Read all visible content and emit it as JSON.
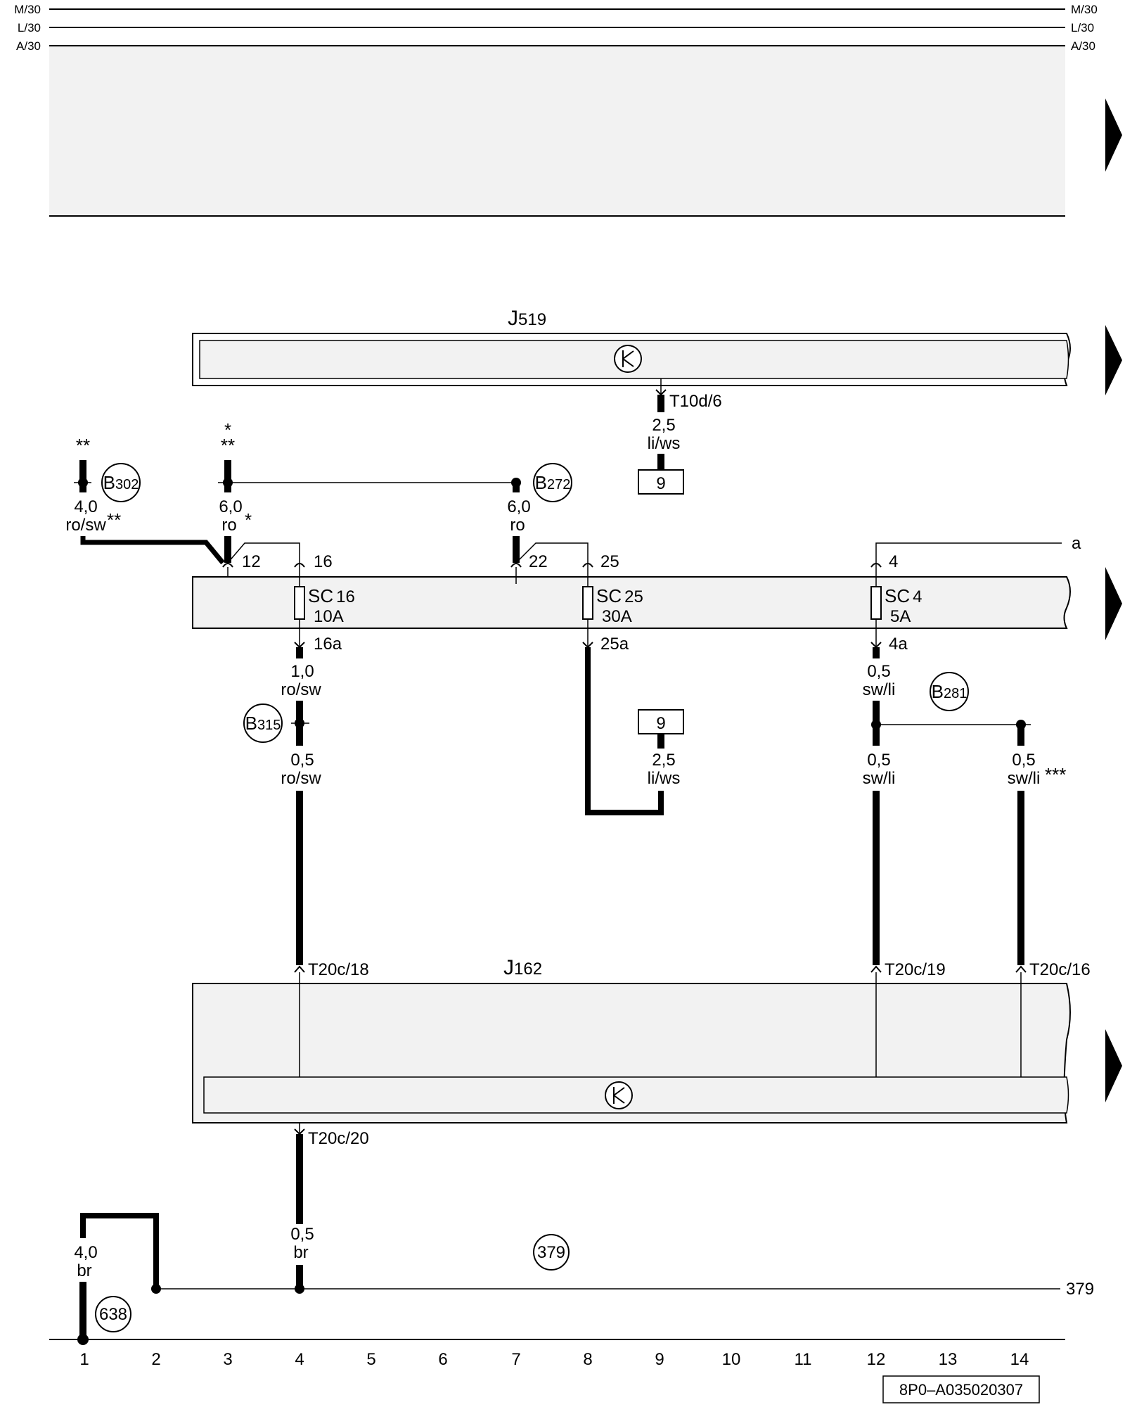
{
  "rails": {
    "left": [
      "M/30",
      "L/30",
      "A/30"
    ],
    "right": [
      "M/30",
      "L/30",
      "A/30"
    ]
  },
  "components": {
    "j519": {
      "label_main": "J",
      "label_sub": "519"
    },
    "j162": {
      "label_main": "J",
      "label_sub": "162"
    },
    "fuse_carrier": {
      "fuses": [
        {
          "main": "SC",
          "num": "16",
          "rating": "10A"
        },
        {
          "main": "SC",
          "num": "25",
          "rating": "30A"
        },
        {
          "main": "SC",
          "num": "4",
          "rating": "5A"
        }
      ]
    }
  },
  "connectors": {
    "t10d6": "T10d/6",
    "t20c18": "T20c/18",
    "t20c19": "T20c/19",
    "t20c16": "T20c/16",
    "t20c20": "T20c/20"
  },
  "pins": {
    "p12": "12",
    "p16": "16",
    "p22": "22",
    "p25": "25",
    "p4": "4",
    "p16a": "16a",
    "p25a": "25a",
    "p4a": "4a"
  },
  "wires": {
    "j519_out": {
      "size": "2,5",
      "color": "li/ws"
    },
    "b302": {
      "size": "4,0",
      "color": "ro/sw"
    },
    "b_left_feed": {
      "size": "6,0",
      "color": "ro"
    },
    "b272": {
      "size": "6,0",
      "color": "ro"
    },
    "sc16_out": {
      "size": "1,0",
      "color": "ro/sw"
    },
    "b315_out": {
      "size": "0,5",
      "color": "ro/sw"
    },
    "sc25_return": {
      "size": "2,5",
      "color": "li/ws"
    },
    "sc4_out": {
      "size": "0,5",
      "color": "sw/li"
    },
    "b281_a": {
      "size": "0,5",
      "color": "sw/li"
    },
    "b281_b": {
      "size": "0,5",
      "color": "sw/li"
    },
    "j162_ground": {
      "size": "0,5",
      "color": "br"
    },
    "ground_main": {
      "size": "4,0",
      "color": "br"
    }
  },
  "splices": {
    "b302": {
      "main": "B",
      "sub": "302"
    },
    "b272": {
      "main": "B",
      "sub": "272"
    },
    "b315": {
      "main": "B",
      "sub": "315"
    },
    "b281": {
      "main": "B",
      "sub": "281"
    },
    "g379": "379",
    "g638": "638"
  },
  "markers": {
    "double_star": "**",
    "single_star": "*",
    "triple_star": "***"
  },
  "refs": {
    "box9_top": "9",
    "box9_mid": "9",
    "a": "a",
    "ground_379": "379"
  },
  "tracks": [
    "1",
    "2",
    "3",
    "4",
    "5",
    "6",
    "7",
    "8",
    "9",
    "10",
    "11",
    "12",
    "13",
    "14"
  ],
  "footer": {
    "code": "8P0–A035020307"
  }
}
